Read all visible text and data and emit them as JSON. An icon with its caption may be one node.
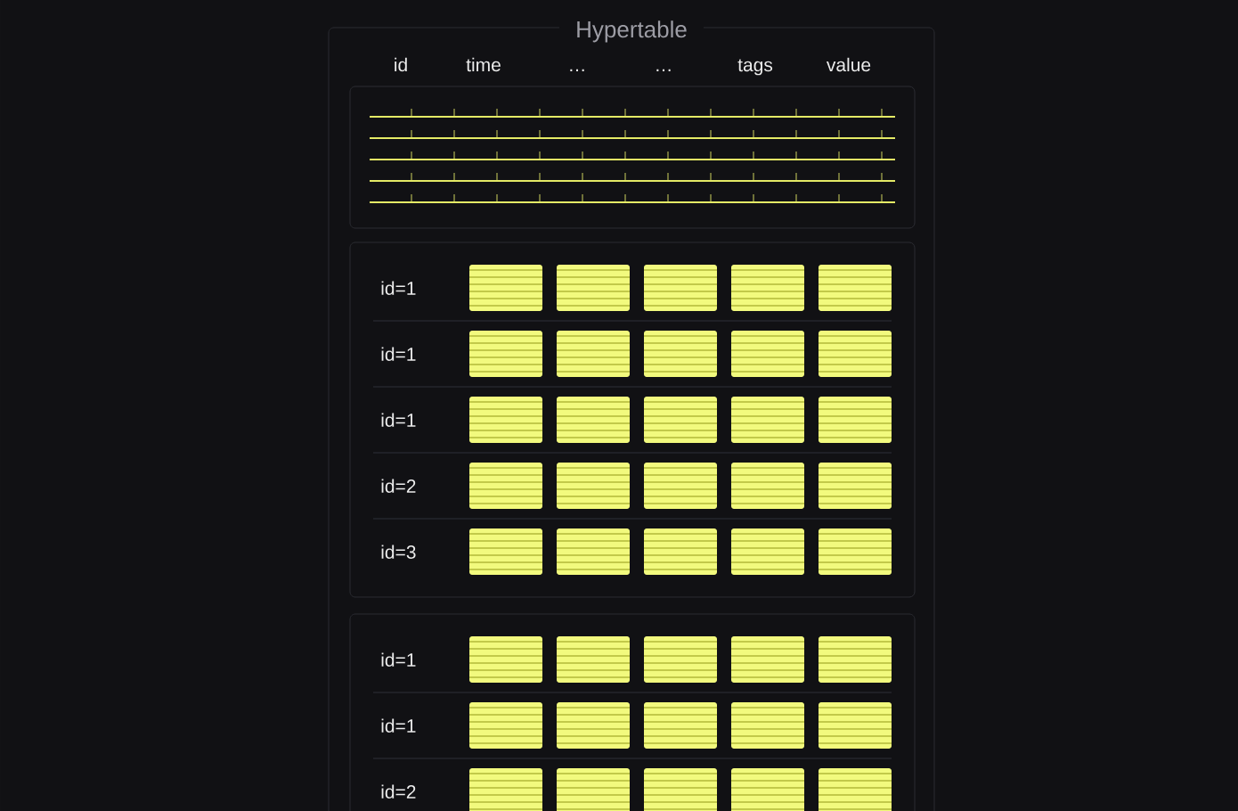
{
  "diagram": {
    "nodes": [
      {
        "text": [
          "Hypertable",
          "id",
          "time",
          "…",
          "…",
          "tags",
          "value"
        ]
      },
      {
        "text": [],
        "shape": "box",
        "in": 0
      },
      {
        "text": [
          "id=1",
          "id=1",
          "id=1",
          "id=2",
          "id=3"
        ],
        "in": 0
      },
      {
        "text": [
          "id=1",
          "id=1",
          "id=2"
        ],
        "in": 0
      }
    ]
  }
}
